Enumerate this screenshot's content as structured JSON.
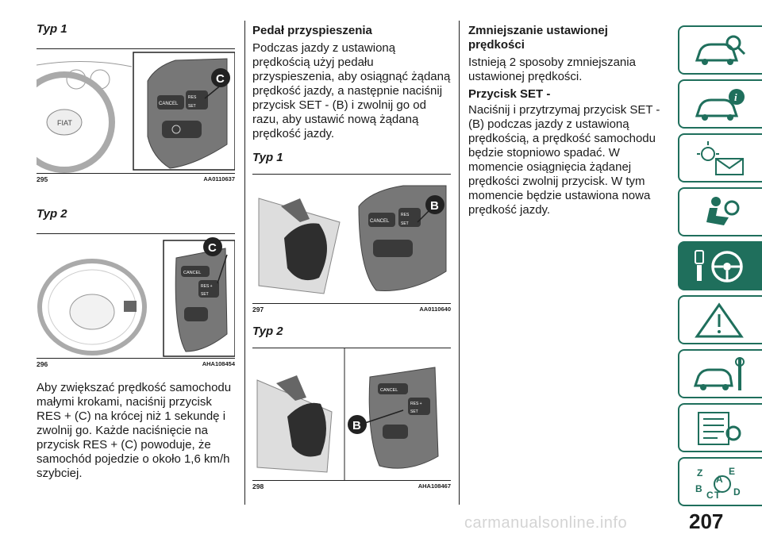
{
  "left": {
    "typ1": "Typ 1",
    "fig1": {
      "num": "295",
      "code": "AA0110637",
      "label_c": "C",
      "btn_cancel": "CANCEL",
      "btn_res": "RES",
      "btn_set": "SET"
    },
    "typ2": "Typ 2",
    "fig2": {
      "num": "296",
      "code": "AHA108454",
      "label_c": "C",
      "btn_cancel": "CANCEL",
      "btn_res": "RES +",
      "btn_set": "SET"
    },
    "body": "Aby zwiększać prędkość samochodu małymi krokami, naciśnij przycisk RES + (C) na krócej niż 1 sekundę i zwolnij go. Każde naciśnięcie na przycisk RES + (C) powoduje, że samochód pojedzie o około 1,6 km/h szybciej."
  },
  "middle": {
    "heading": "Pedał przyspieszenia",
    "body": "Podczas jazdy z ustawioną prędkością użyj pedału przyspieszenia, aby osiągnąć żądaną prędkość jazdy, a następnie naciśnij przycisk SET - (B) i zwolnij go od razu, aby ustawić nową żądaną prędkość jazdy.",
    "typ1": "Typ 1",
    "fig1": {
      "num": "297",
      "code": "AA0110640",
      "label_b": "B",
      "btn_cancel": "CANCEL",
      "btn_res": "RES",
      "btn_set": "SET"
    },
    "typ2": "Typ 2",
    "fig2": {
      "num": "298",
      "code": "AHA108467",
      "label_b": "B",
      "btn_cancel": "CANCEL",
      "btn_res": "RES +",
      "btn_set": "SET"
    }
  },
  "right": {
    "heading": "Zmniejszanie ustawionej prędkości",
    "intro": "Istnieją 2 sposoby zmniejszania ustawionej prędkości.",
    "subheading": "Przycisk SET -",
    "body": "Naciśnij i przytrzymaj przycisk SET - (B) podczas jazdy z ustawioną prędkością, a prędkość samochodu będzie stopniowo spadać. W momencie osiągnięcia żądanej prędkości zwolnij przycisk. W tym momencie będzie ustawiona nowa prędkość jazdy."
  },
  "sidebar": {
    "tabs": [
      {
        "icon": "car-search-icon",
        "active": false
      },
      {
        "icon": "car-info-icon",
        "active": false
      },
      {
        "icon": "warning-lights-message-icon",
        "active": false
      },
      {
        "icon": "seat-airbag-icon",
        "active": false
      },
      {
        "icon": "key-steering-wheel-icon",
        "active": true
      },
      {
        "icon": "road-warning-icon",
        "active": false
      },
      {
        "icon": "car-service-icon",
        "active": false
      },
      {
        "icon": "specifications-list-icon",
        "active": false
      },
      {
        "icon": "alphabetical-index-icon",
        "active": false,
        "letters": [
          "Z",
          "E",
          "B",
          "C",
          "T",
          "D",
          "A"
        ]
      }
    ]
  },
  "page_number": "207",
  "watermark": "carmanualsonline.info",
  "colors": {
    "accent": "#1f6f5c",
    "wheel_gray": "#6e6e6e",
    "badge": "#222222"
  }
}
